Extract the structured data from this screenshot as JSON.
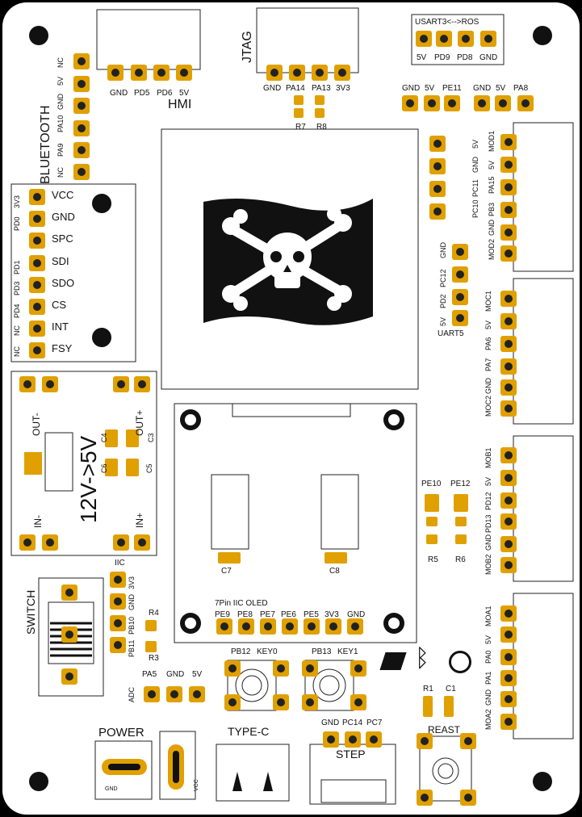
{
  "labels": {
    "uart3_header": "USART3<-->ROS",
    "uart3_pins": [
      "5V",
      "PD9",
      "PD8",
      "GND"
    ],
    "hmi_pins": [
      "GND",
      "PD5",
      "PD6",
      "5V"
    ],
    "hmi": "HMI",
    "jtag": "JTAG",
    "jtag_pins": [
      "GND",
      "PA14",
      "PA13",
      "3V3"
    ],
    "r7": "R7",
    "r8": "R8",
    "gpio1_pins": [
      "GND",
      "5V",
      "PE11"
    ],
    "gpio2_pins": [
      "GND",
      "5V",
      "PA8"
    ],
    "bluetooth": "BLUETOOTH",
    "bt_pins": [
      "NC",
      "PA9",
      "PA10",
      "GND",
      "5V",
      "NC"
    ],
    "imu_left": [
      "3V3",
      "PD0",
      "PD1",
      "PD3",
      "PD4",
      "NC",
      "NC"
    ],
    "imu_right": [
      "VCC",
      "GND",
      "SPC",
      "SDI",
      "SDO",
      "CS",
      "INT",
      "FSY"
    ],
    "dcdc_out_minus": "OUT-",
    "dcdc_out_plus": "OUT+",
    "dcdc_in_minus": "IN-",
    "dcdc_in_plus": "IN+",
    "dcdc_text": "12V->5V",
    "c3": "C3",
    "c4": "C4",
    "c5": "C5",
    "c6": "C6",
    "mod1_pins": [
      "MOD1",
      "5V",
      "PA15",
      "PB3",
      "GND",
      "MOD2"
    ],
    "mod1_left": [
      "5V",
      "GND",
      "PC11",
      "PC10"
    ],
    "uart5_pins": [
      "GND",
      "PC12",
      "PD2",
      "5V"
    ],
    "uart5": "UART5",
    "moc_pins": [
      "MOC1",
      "5V",
      "PA6",
      "PA7",
      "GND",
      "MOC2"
    ],
    "mob_pins": [
      "MOB1",
      "5V",
      "PD12",
      "PD13",
      "GND",
      "MOB2"
    ],
    "moa_pins": [
      "MOA1",
      "5V",
      "PA0",
      "PA1",
      "GND",
      "MOA2"
    ],
    "pe10": "PE10",
    "pe12": "PE12",
    "r5": "R5",
    "r6": "R6",
    "c7": "C7",
    "c8": "C8",
    "oled_title": "7Pin IIC OLED",
    "oled_pins": [
      "PE9",
      "PE8",
      "PE7",
      "PE6",
      "PE5",
      "3V3",
      "GND"
    ],
    "switch": "SWITCH",
    "iic": "IIC",
    "iic_pins": [
      "3V3",
      "GND",
      "PB10",
      "PB11"
    ],
    "r4": "R4",
    "r3": "R3",
    "key0_pins": [
      "PB12",
      "KEY0"
    ],
    "key1_pins": [
      "PB13",
      "KEY1"
    ],
    "adc_pins": [
      "PA5",
      "GND",
      "5V"
    ],
    "adc": "ADC",
    "r1": "R1",
    "c1": "C1",
    "power": "POWER",
    "gnd_small": "GND",
    "vcc_small": "VCC",
    "typec": "TYPE-C",
    "step_pins": [
      "GND",
      "PC14",
      "PC7"
    ],
    "step": "STEP",
    "reset": "REAST"
  },
  "colors": {
    "board": "#000000",
    "panel": "#ffffff",
    "pad": "#e0a000",
    "silk": "#111111"
  }
}
